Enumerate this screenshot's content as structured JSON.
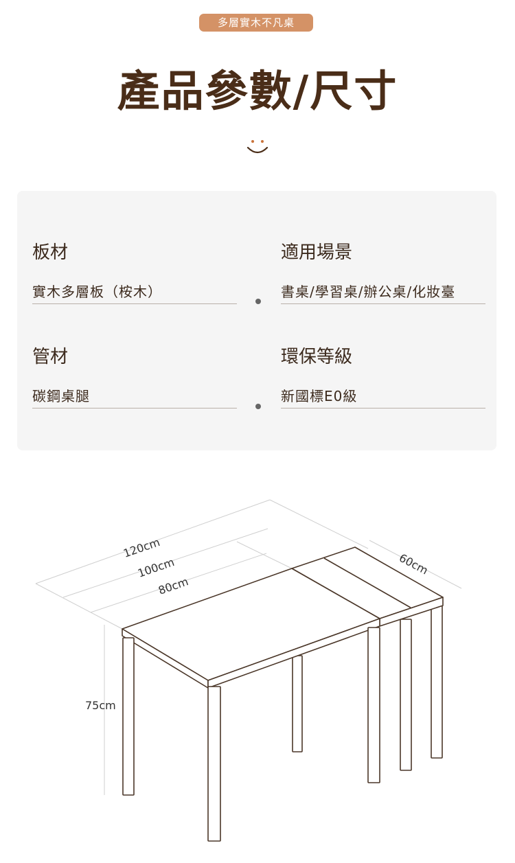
{
  "header": {
    "badge": "多層實木不凡桌",
    "title": "產品參數/尺寸"
  },
  "specs": [
    {
      "heading": "板材",
      "value": "實木多層板（桉木）"
    },
    {
      "heading": "適用場景",
      "value": "書桌/學習桌/辦公桌/化妝臺"
    },
    {
      "heading": "管材",
      "value": "碳鋼桌腿"
    },
    {
      "heading": "環保等級",
      "value": "新國標E0級"
    }
  ],
  "dimensions": {
    "length_1": "120cm",
    "length_2": "100cm",
    "length_3": "80cm",
    "depth": "60cm",
    "height": "75cm"
  },
  "colors": {
    "badge": "#d49266",
    "title": "#4a2d18",
    "card": "#f5f5f5",
    "smile": "#c9733a"
  }
}
